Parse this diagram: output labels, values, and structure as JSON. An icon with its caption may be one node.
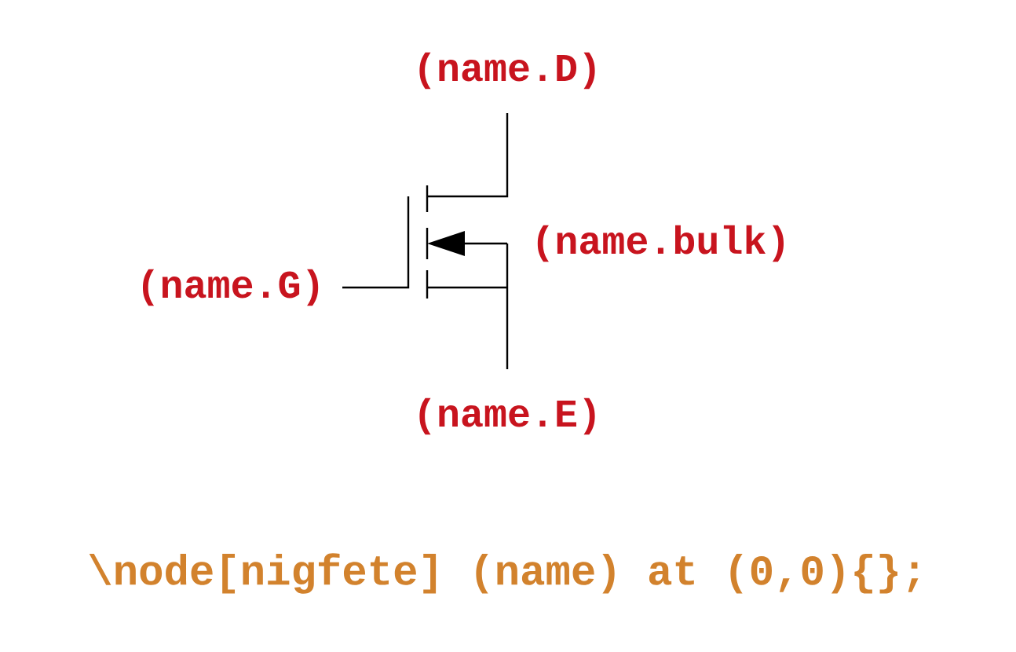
{
  "diagram": {
    "labels": [
      "(name.D)",
      "(name.bulk)",
      "(name.G)",
      "(name.E)",
      "\\node[nigfete] (name) at (0,0){};"
    ]
  }
}
